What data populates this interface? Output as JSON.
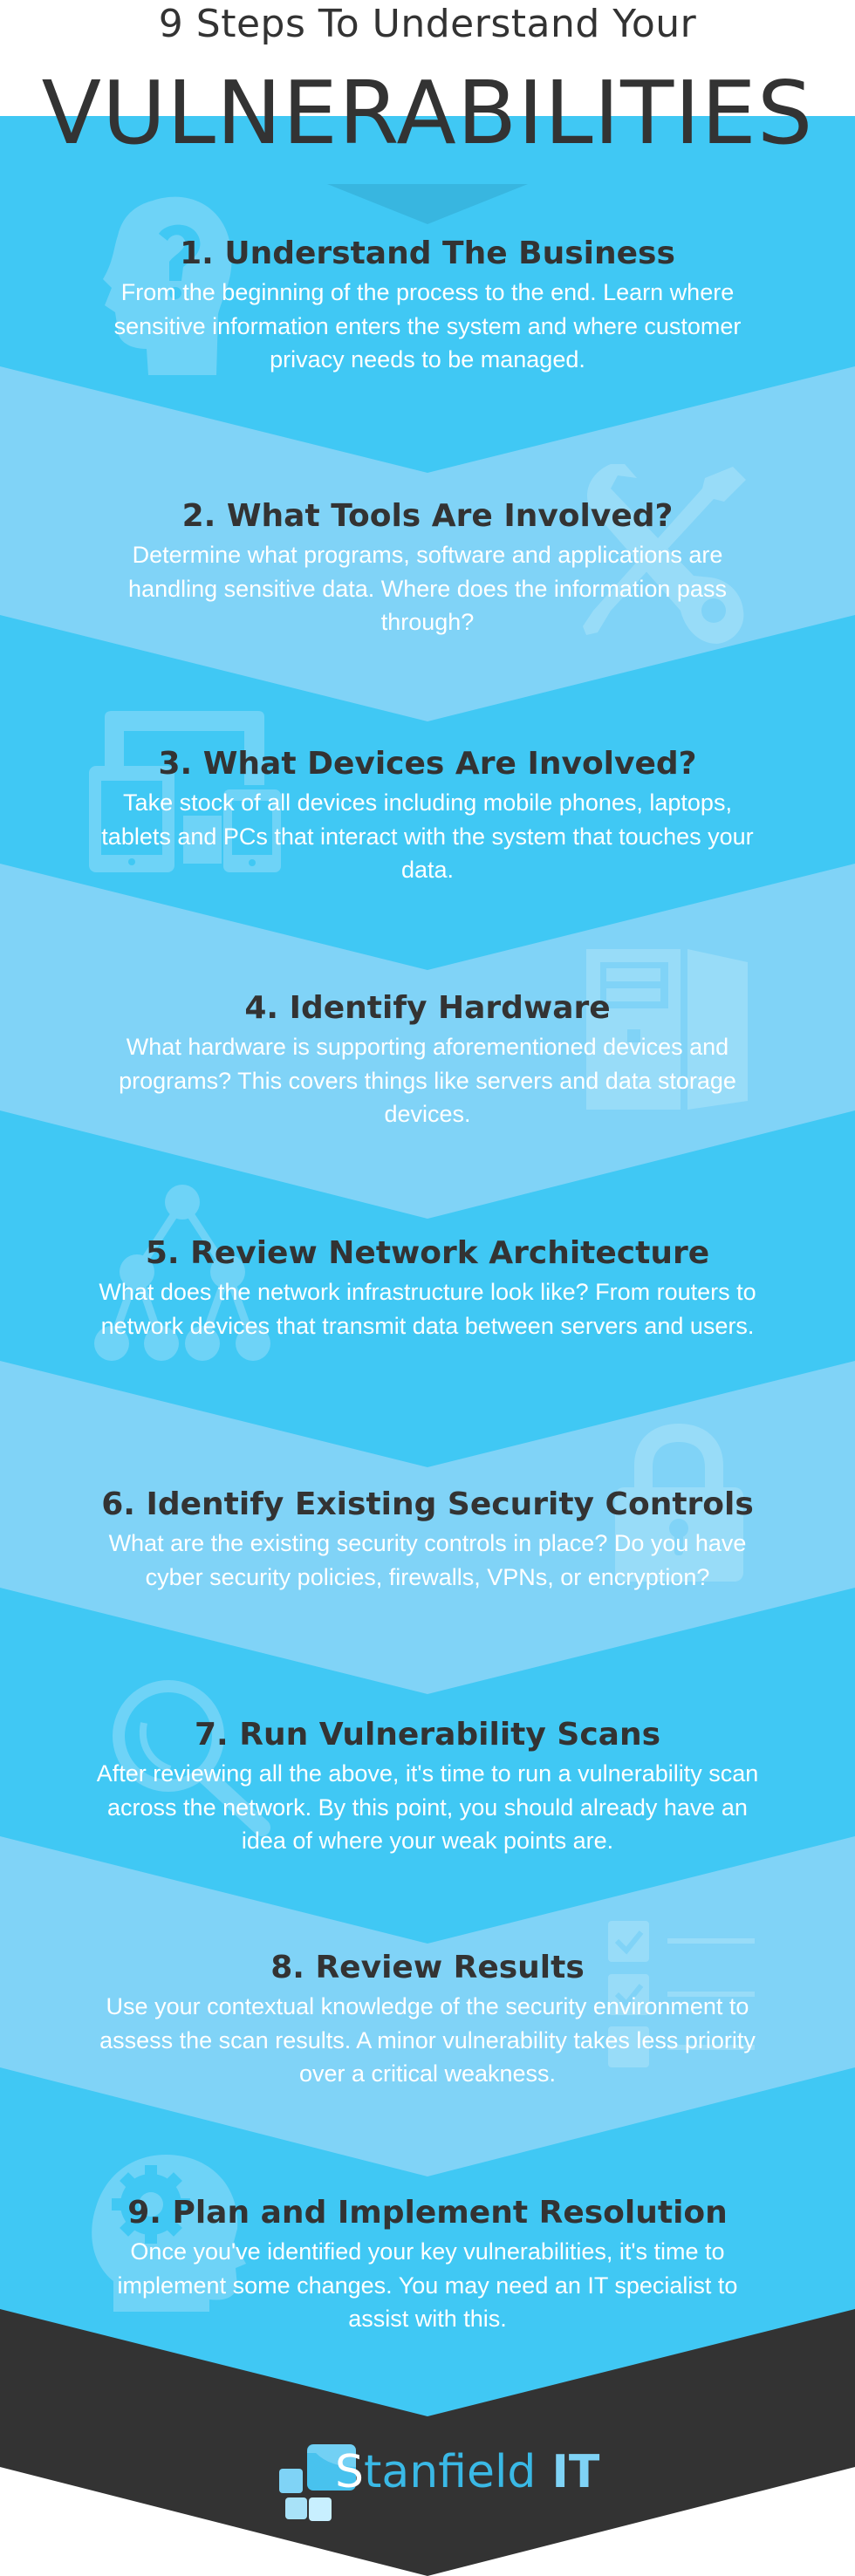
{
  "header": {
    "subtitle": "9 Steps To Understand Your",
    "title": "VULNERABILITIES"
  },
  "colors": {
    "band_dark": "#40c8f4",
    "band_light": "#80d3f7",
    "footer": "#333333",
    "heading_text": "#333333",
    "body_text": "#ffffff"
  },
  "steps": [
    {
      "icon": "head-question-icon",
      "title": "1. Understand The Business",
      "body": "From the beginning of the process to the end. Learn where sensitive information enters the system and where customer privacy needs to be managed."
    },
    {
      "icon": "wrench-screwdriver-icon",
      "title": "2. What Tools Are Involved?",
      "body": "Determine what programs, software and applications are handling sensitive data. Where does the information pass through?"
    },
    {
      "icon": "devices-icon",
      "title": "3. What Devices Are Involved?",
      "body": "Take stock of all devices including mobile phones, laptops, tablets and PCs that interact with the system that touches your data."
    },
    {
      "icon": "server-icon",
      "title": "4. Identify Hardware",
      "body": "What hardware is supporting aforementioned devices and programs? This covers things like servers and data storage devices."
    },
    {
      "icon": "network-icon",
      "title": "5. Review Network Architecture",
      "body": "What does the network infrastructure look like? From routers to network devices that transmit data between servers and users."
    },
    {
      "icon": "padlock-icon",
      "title": "6. Identify Existing Security Controls",
      "body": "What are the existing security controls in place? Do you have cyber security policies, firewalls, VPNs, or encryption?"
    },
    {
      "icon": "magnifier-icon",
      "title": "7. Run Vulnerability Scans",
      "body": "After reviewing all the above, it's time to run a vulnerability scan across the network. By this point, you should already have an idea of where your weak points are."
    },
    {
      "icon": "checklist-icon",
      "title": "8. Review Results",
      "body": "Use your contextual knowledge of the security environment to assess the scan results. A minor vulnerability takes less priority over a critical weakness."
    },
    {
      "icon": "head-gear-icon",
      "title": "9. Plan and Implement Resolution",
      "body": "Once you've identified your key vulnerabilities, it's time to implement some changes. You may need an IT specialist to assist with this."
    }
  ],
  "footer": {
    "logo_s": "S",
    "logo_mid": "tanfield",
    "logo_it": " IT"
  }
}
